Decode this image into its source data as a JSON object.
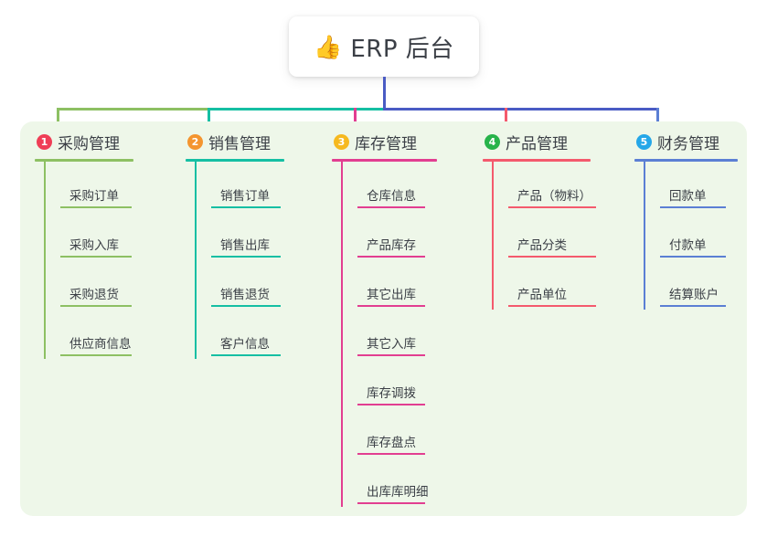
{
  "diagram": {
    "type": "mindmap",
    "root": {
      "emoji": "thumbs-up-icon",
      "emoji_glyph": "👍",
      "title": "ERP 后台"
    },
    "panel_color": "#eef7e9",
    "stem_color": "#4a5bc4",
    "branches": [
      {
        "index": "1",
        "title": "采购管理",
        "color": "#8dc063",
        "badge_color": "#ef3e56",
        "items": [
          {
            "label": "采购订单"
          },
          {
            "label": "采购入库"
          },
          {
            "label": "采购退货"
          },
          {
            "label": "供应商信息"
          }
        ]
      },
      {
        "index": "2",
        "title": "销售管理",
        "color": "#15bfa3",
        "badge_color": "#f4952f",
        "items": [
          {
            "label": "销售订单"
          },
          {
            "label": "销售出库"
          },
          {
            "label": "销售退货"
          },
          {
            "label": "客户信息"
          }
        ]
      },
      {
        "index": "3",
        "title": "库存管理",
        "color": "#e23e91",
        "badge_color": "#f6b91f",
        "items": [
          {
            "label": "仓库信息"
          },
          {
            "label": "产品库存"
          },
          {
            "label": "其它出库"
          },
          {
            "label": "其它入库"
          },
          {
            "label": "库存调拨"
          },
          {
            "label": "库存盘点"
          },
          {
            "label": "出库库明细"
          }
        ]
      },
      {
        "index": "4",
        "title": "产品管理",
        "color": "#f45a6d",
        "badge_color": "#27b34a",
        "items": [
          {
            "label": "产品（物料）"
          },
          {
            "label": "产品分类"
          },
          {
            "label": "产品单位"
          }
        ]
      },
      {
        "index": "5",
        "title": "财务管理",
        "color": "#5b7fd4",
        "badge_color": "#25a7e8",
        "items": [
          {
            "label": "回款单"
          },
          {
            "label": "付款单"
          },
          {
            "label": "结算账户"
          }
        ]
      }
    ]
  }
}
